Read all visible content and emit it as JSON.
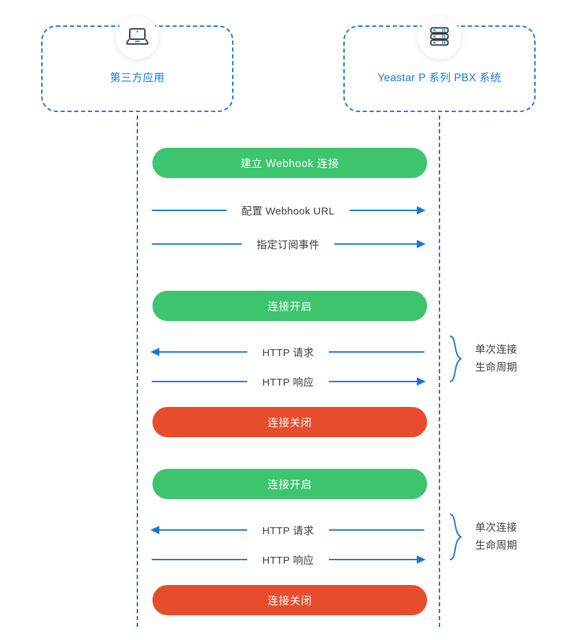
{
  "colors": {
    "blue": "#1677d9",
    "green": "#3cc46e",
    "red": "#e74c2d",
    "text": "#3c3c3c"
  },
  "actors": [
    {
      "id": "third-party-app",
      "label": "第三方应用",
      "icon": "laptop-icon"
    },
    {
      "id": "yeastar-pbx",
      "label": "Yeastar P 系列  PBX 系统",
      "icon": "server-icon"
    }
  ],
  "bars": [
    {
      "id": "establish-webhook",
      "label": "建立  Webhook  连接",
      "state": "open"
    },
    {
      "id": "connection-open-1",
      "label": "连接开启",
      "state": "open"
    },
    {
      "id": "connection-closed-1",
      "label": "连接关闭",
      "state": "closed"
    },
    {
      "id": "connection-open-2",
      "label": "连接开启",
      "state": "open"
    },
    {
      "id": "connection-closed-2",
      "label": "连接关闭",
      "state": "closed"
    }
  ],
  "messages": [
    {
      "id": "configure-webhook-url",
      "label": "配置 Webhook URL",
      "direction": "right"
    },
    {
      "id": "specify-subscribe-events",
      "label": "指定订阅事件",
      "direction": "right"
    },
    {
      "id": "http-request-1",
      "label": "HTTP 请求",
      "direction": "left"
    },
    {
      "id": "http-response-1",
      "label": "HTTP 响应",
      "direction": "right"
    },
    {
      "id": "http-request-2",
      "label": "HTTP 请求",
      "direction": "left"
    },
    {
      "id": "http-response-2",
      "label": "HTTP 响应",
      "direction": "right"
    }
  ],
  "annotations": [
    {
      "id": "lifecycle-1",
      "line1": "单次连接",
      "line2": "生命周期"
    },
    {
      "id": "lifecycle-2",
      "line1": "单次连接",
      "line2": "生命周期"
    }
  ]
}
